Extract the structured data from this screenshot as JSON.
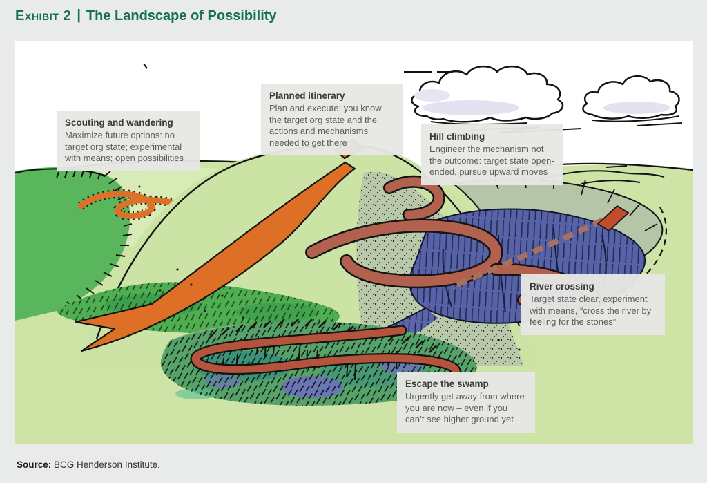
{
  "header": {
    "exhibit_label": "Exhibit 2",
    "separator": "|",
    "title": "The Landscape of Possibility",
    "title_color": "#15714d"
  },
  "illustration": {
    "description": "Hand-drawn landscape with a central hill, winding paths, a river and a swamp",
    "callouts": [
      {
        "id": "scouting",
        "title": "Scouting and wandering",
        "body": "Maximize future options: no target org state; experimental with means; open possibilities"
      },
      {
        "id": "planned",
        "title": "Planned itinerary",
        "body": "Plan and execute: you know the target org state and the actions and mechanisms needed to get there"
      },
      {
        "id": "hill",
        "title": "Hill climbing",
        "body": "Engineer the mechanism not the outcome: target state open-ended, pursue upward moves"
      },
      {
        "id": "river",
        "title": "River crossing",
        "body": "Target state clear, experiment with means, “cross the river by feeling for the stones”"
      },
      {
        "id": "swamp",
        "title": "Escape the swamp",
        "body": "Urgently get away from where you are now – even if you can’t see higher ground yet"
      }
    ],
    "colors": {
      "field_green": "#cde4a6",
      "bush_green": "#4fad52",
      "dark_hill_green": "#5ab65c",
      "hill_face_sage": "#b8c8a9",
      "road_orange": "#dd7026",
      "ramp_red": "#b2614f",
      "river_blue": "#5762a7",
      "swamp_green": "#55a369",
      "escape_path_red": "#b4543d",
      "callout_bg": "#e7e7e4",
      "sky": "#ffffff",
      "page_bg": "#e9ebea"
    }
  },
  "footer": {
    "source_label": "Source:",
    "source_text": " BCG Henderson Institute."
  }
}
